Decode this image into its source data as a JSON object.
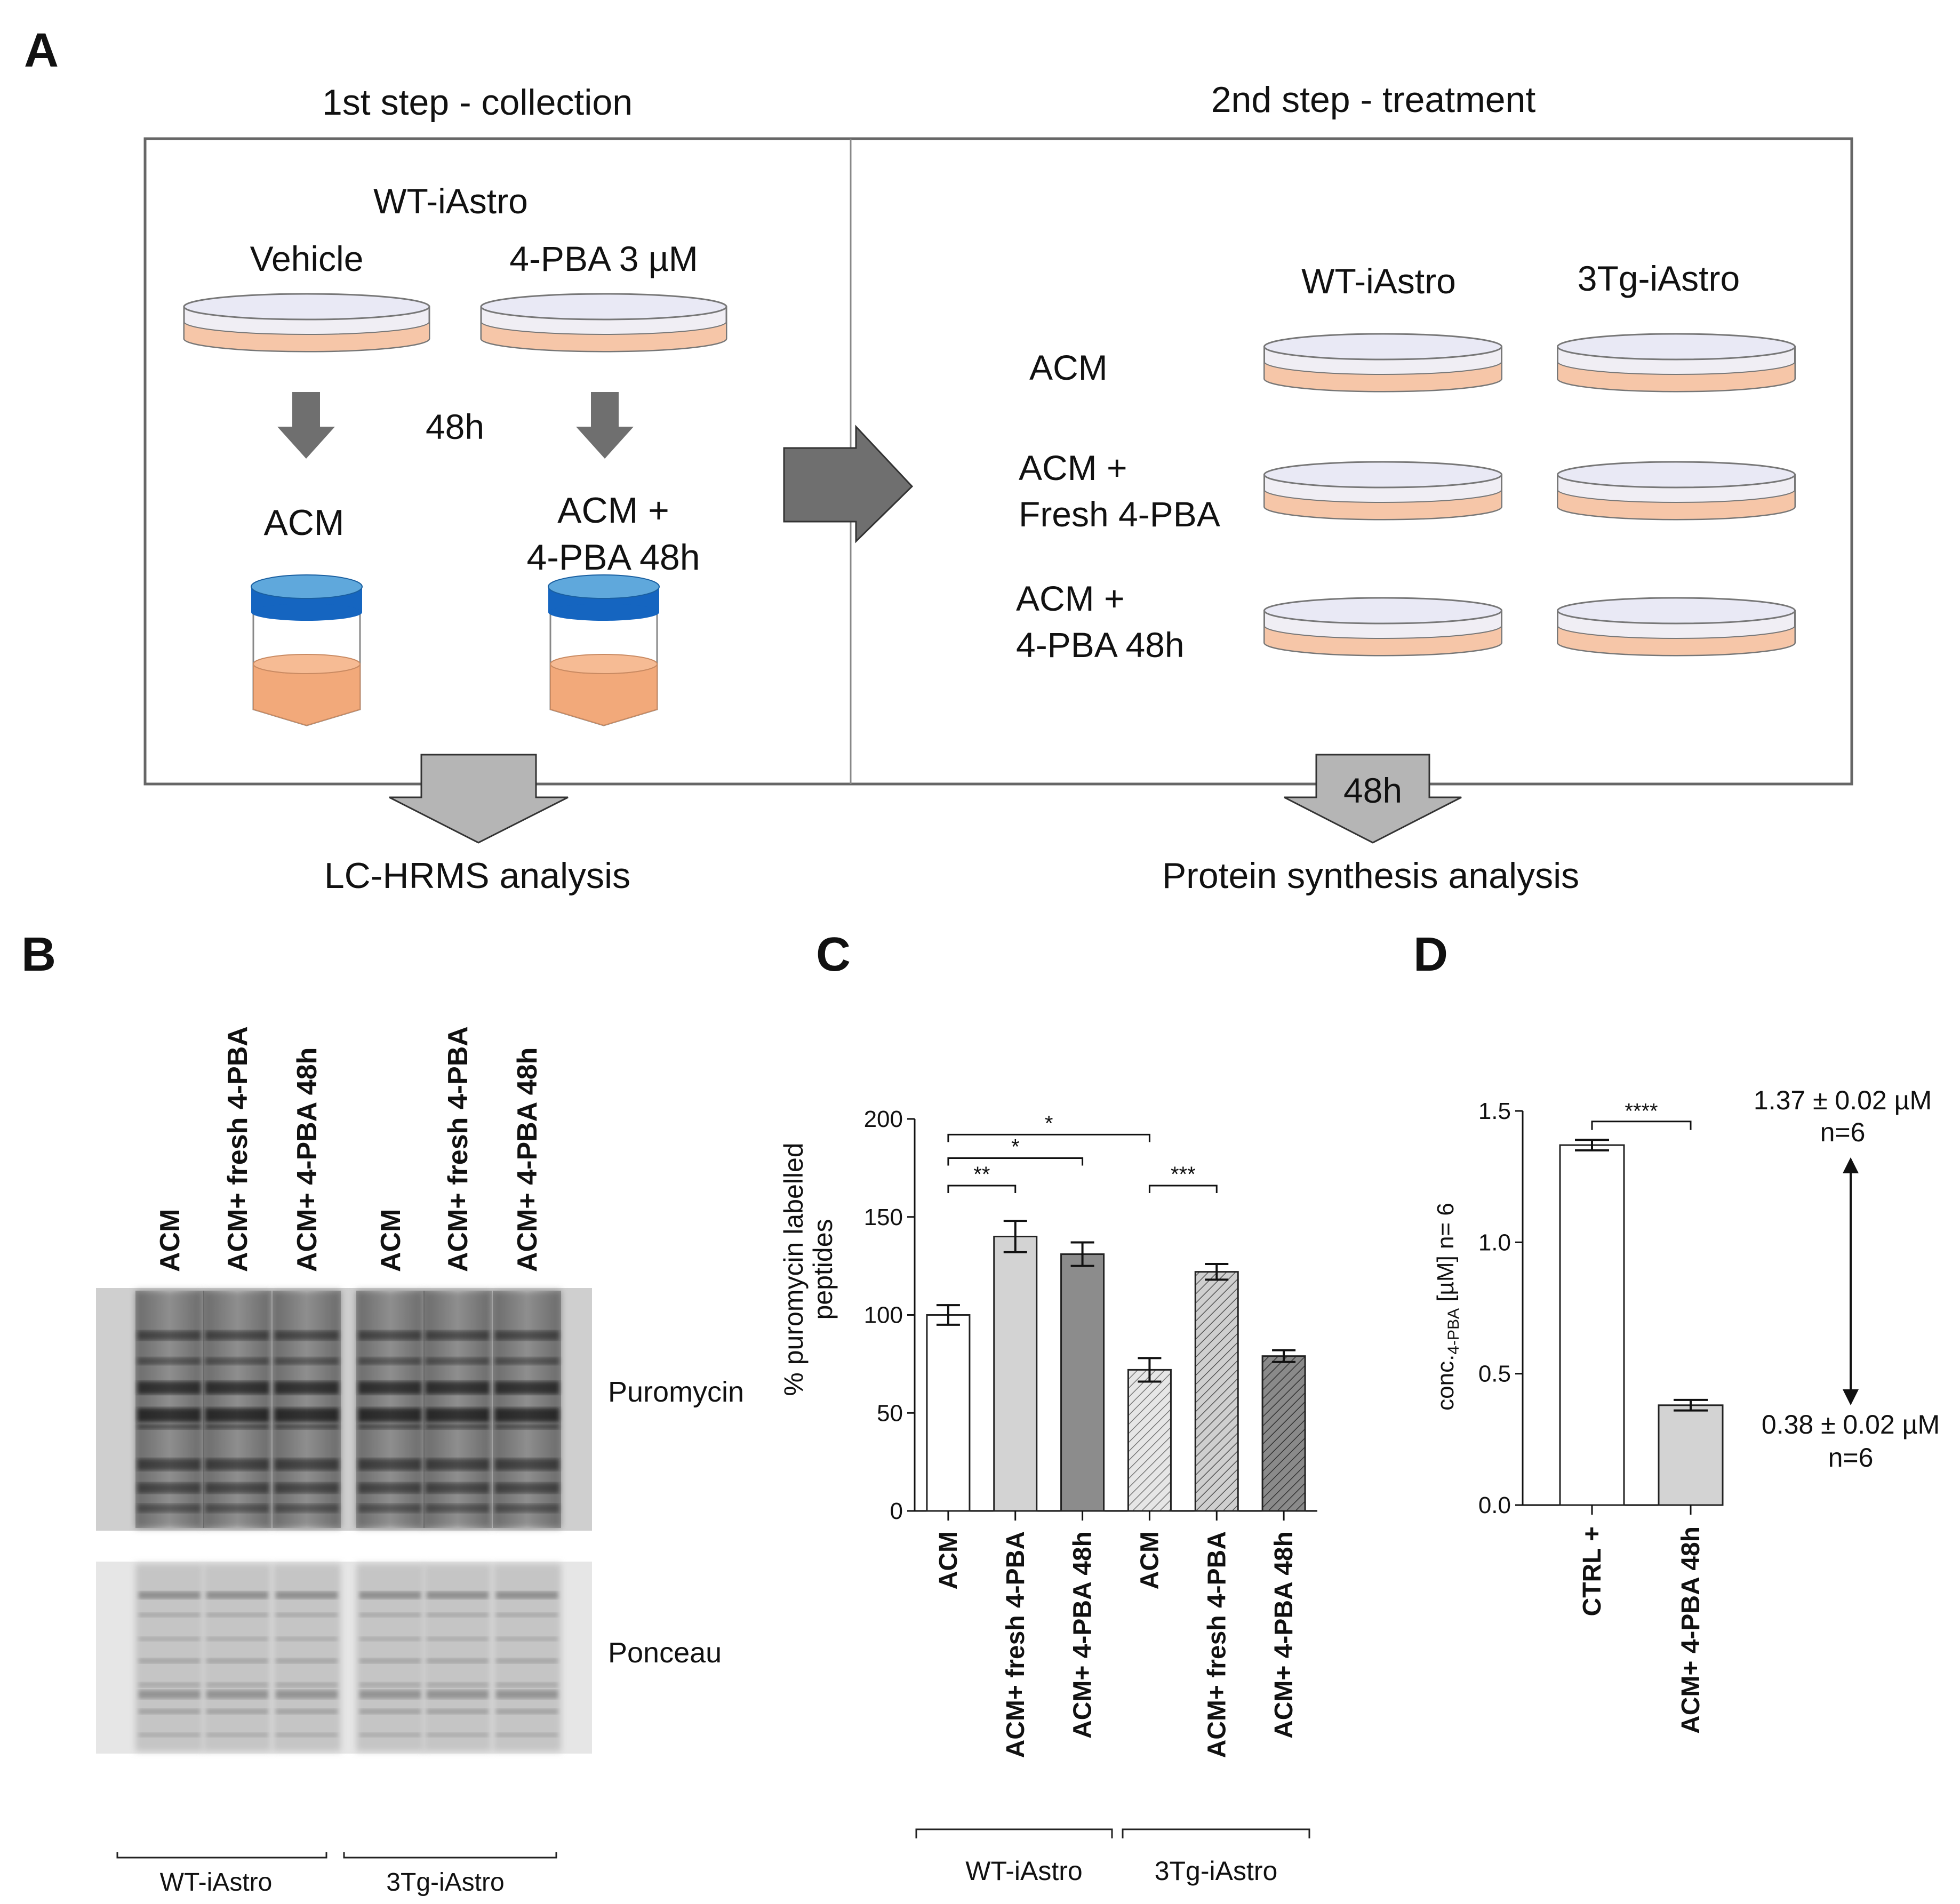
{
  "panelA": {
    "letter": "A",
    "step1_title": "1st step - collection",
    "step2_title": "2nd step - treatment",
    "wt_header": "WT-iAstro",
    "vehicle_label": "Vehicle",
    "pba_label": "4-PBA 3 µM",
    "time_label": "48h",
    "acm_label": "ACM",
    "acm_pba_line1": "ACM +",
    "acm_pba_line2": "4-PBA 48h",
    "wt_col": "WT-iAstro",
    "tg_col": "3Tg-iAstro",
    "row1": "ACM",
    "row2_line1": "ACM +",
    "row2_line2": "Fresh 4-PBA",
    "row3_line1": "ACM +",
    "row3_line2": "4-PBA 48h",
    "arrow_time": "48h",
    "out1": "LC-HRMS analysis",
    "out2": "Protein synthesis analysis",
    "colors": {
      "dish_medium": "#f6c6a8",
      "dish_lid": "#e9e9f5",
      "cap_top": "#5fa8dc",
      "cap_side": "#1565c0",
      "tube_medium": "#f2a97a",
      "arrow_dark": "#6f6f6f",
      "arrow_light": "#b5b5b5"
    }
  },
  "panelB": {
    "letter": "B",
    "lanes": [
      "ACM",
      "ACM+ fresh 4-PBA",
      "ACM+ 4-PBA 48h",
      "ACM",
      "ACM+ fresh 4-PBA",
      "ACM+ 4-PBA 48h"
    ],
    "blot1_label": "Puromycin",
    "blot2_label": "Ponceau",
    "group1": "WT-iAstro",
    "group2": "3Tg-iAstro"
  },
  "panelC": {
    "letter": "C",
    "group1": "WT-iAstro",
    "group2": "3Tg-iAstro",
    "sig": [
      "*",
      "*",
      "**",
      "***"
    ]
  },
  "panelD": {
    "letter": "D",
    "annot_top_line1": "1.37 ± 0.02 µM",
    "annot_top_line2": "n=6",
    "annot_bot_line1": "0.38 ± 0.02 µM",
    "annot_bot_line2": "n=6",
    "sig": "****"
  },
  "chart_data": [
    {
      "type": "bar",
      "panel": "C",
      "ylabel": "% puromycin labelled peptides",
      "ylim": [
        0,
        200
      ],
      "yticks": [
        0,
        50,
        100,
        150,
        200
      ],
      "categories": [
        "ACM",
        "ACM+ fresh 4-PBA",
        "ACM+ 4-PBA 48h",
        "ACM",
        "ACM+ fresh 4-PBA",
        "ACM+ 4-PBA 48h"
      ],
      "values": [
        100,
        140,
        131,
        72,
        122,
        79
      ],
      "errors": [
        5,
        8,
        6,
        6,
        4,
        3
      ],
      "fills": [
        "#ffffff",
        "#d3d3d3",
        "#8c8c8c",
        "hatch-light",
        "hatch-mid",
        "hatch-dark"
      ],
      "grid": false
    },
    {
      "type": "bar",
      "panel": "D",
      "ylabel_main": "conc.",
      "ylabel_sub": "4-PBA",
      "ylabel_tail": " [µM] n= 6",
      "ylim": [
        0,
        1.5
      ],
      "yticks": [
        0.0,
        0.5,
        1.0,
        1.5
      ],
      "tick_labels": [
        "0.0",
        "0.5",
        "1.0",
        "1.5"
      ],
      "categories": [
        "CTRL +",
        "ACM+ 4-PBA 48h"
      ],
      "values": [
        1.37,
        0.38
      ],
      "errors": [
        0.02,
        0.02
      ],
      "fills": [
        "#ffffff",
        "#d3d3d3"
      ],
      "grid": false
    }
  ]
}
